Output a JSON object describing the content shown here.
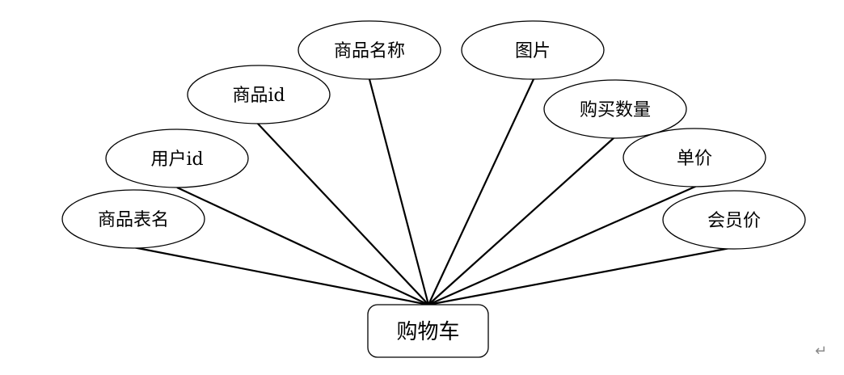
{
  "entity": {
    "name": "cart-entity",
    "label": "购物车"
  },
  "attributes": [
    {
      "name": "attr-goods-table-name",
      "label": "商品表名"
    },
    {
      "name": "attr-user-id",
      "label": "用户id"
    },
    {
      "name": "attr-goods-id",
      "label": "商品id"
    },
    {
      "name": "attr-goods-name",
      "label": "商品名称"
    },
    {
      "name": "attr-image",
      "label": "图片"
    },
    {
      "name": "attr-buy-quantity",
      "label": "购买数量"
    },
    {
      "name": "attr-unit-price",
      "label": "单价"
    },
    {
      "name": "attr-member-price",
      "label": "会员价"
    }
  ],
  "return_mark": "↵",
  "colors": {
    "stroke": "#000000",
    "background": "#ffffff"
  }
}
